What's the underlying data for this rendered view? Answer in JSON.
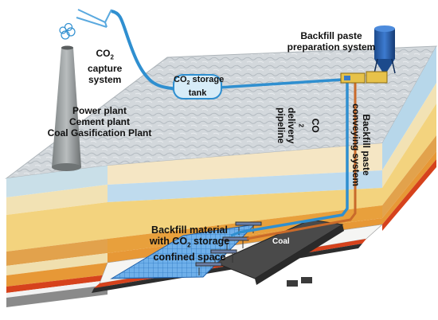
{
  "labels": {
    "co2_capture": {
      "line1": "CO",
      "sub": "2",
      "line2": "capture",
      "line3": "system"
    },
    "co2_storage_tank": {
      "line1": "CO",
      "sub": "2",
      "suffix": " storage",
      "line2": "tank"
    },
    "backfill_paste_prep": {
      "line1": "Backfill paste",
      "line2": "preparation system"
    },
    "sources": {
      "line1": "Power plant",
      "line2": "Cement plant",
      "line3": "Coal Gasification Plant"
    },
    "co2_delivery": {
      "line1": "CO",
      "sub": "2",
      "suffix": " delivery",
      "line2": "pipeline"
    },
    "backfill_conveying": {
      "line1": "Backfill paste",
      "line2": "conveying system"
    },
    "backfill_material": {
      "line1": "Backfill material",
      "line2a": "with CO",
      "sub": "2",
      "line2b": " storage",
      "line3": "confined space"
    },
    "coal": "Coal"
  },
  "colors": {
    "surface": "#cdd3d8",
    "pipe": "#2f8fd0",
    "stack": "#9a9e9f",
    "layer_blue": "#b7d7ea",
    "layer_sand": "#f0dfae",
    "layer_yellow": "#f3d37e",
    "layer_orange": "#e79836",
    "layer_red": "#d6421c",
    "coal": "#4a4a4a",
    "backfill": "#5ea0e0"
  }
}
